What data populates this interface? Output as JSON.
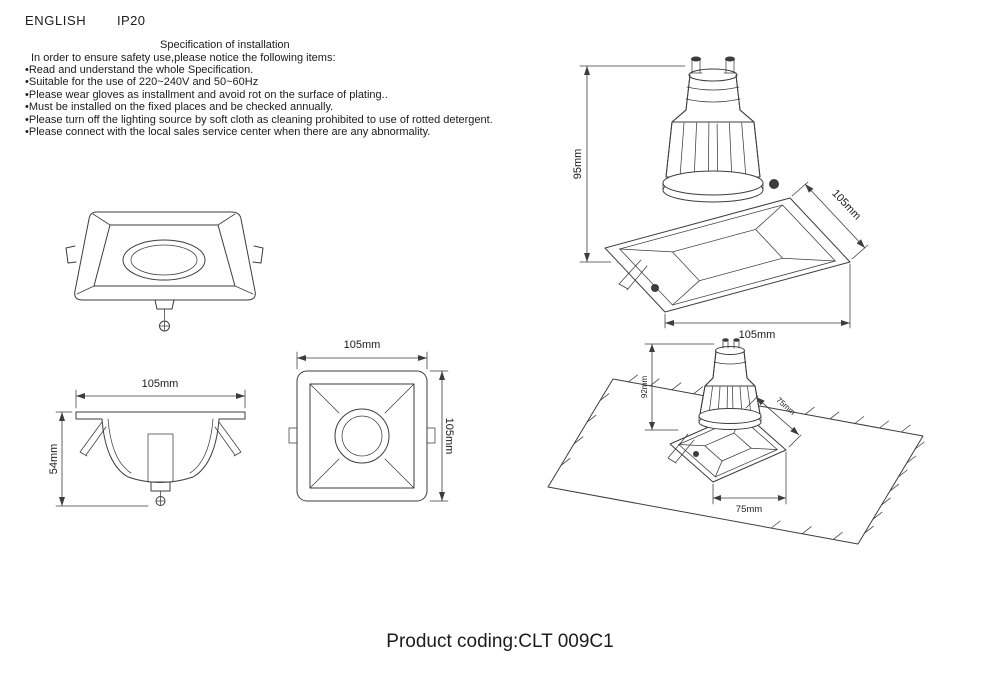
{
  "header": {
    "language": "ENGLISH",
    "ip_rating": "IP20"
  },
  "spec": {
    "title": "Specification of installation",
    "intro": "In order to ensure safety use,please notice the following items:",
    "items": [
      "•Read and understand the whole Specification.",
      "•Suitable for the use of 220~240V and 50~60Hz",
      "•Please wear gloves as installment and avoid rot on the surface of plating..",
      "•Must be installed on the fixed places and be checked annually.",
      "•Please turn off the lighting source by soft cloth as cleaning prohibited to use of rotted detergent.",
      "•Please connect with the local sales service center when there are any abnormality."
    ]
  },
  "drawings": {
    "side_view": {
      "width": "105mm",
      "height": "54mm"
    },
    "front_view": {
      "width": "105mm",
      "height": "105mm"
    },
    "assembled_view": {
      "height": "95mm",
      "side": "105mm",
      "width": "105mm"
    },
    "installed_view": {
      "height": "92mm",
      "side": "75mm",
      "cutout_width": "75mm"
    }
  },
  "footer": {
    "product_coding": "Product coding:CLT 009C1"
  }
}
